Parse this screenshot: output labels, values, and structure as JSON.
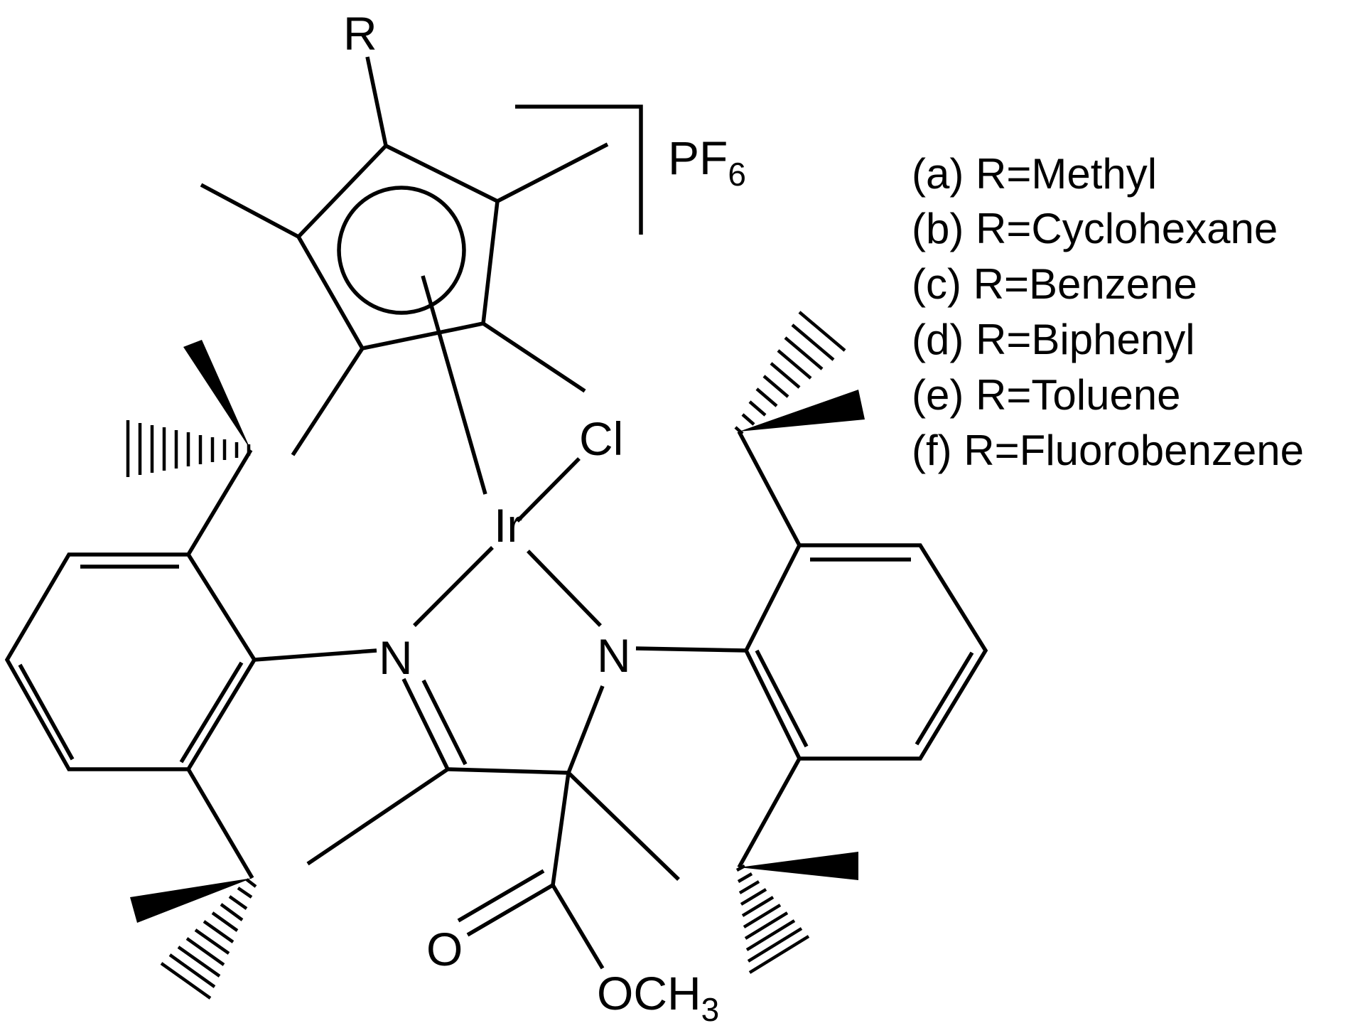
{
  "labels": {
    "r": "R",
    "counterion": "PF",
    "counterion_sub": "6",
    "chloride": "Cl",
    "iridium": "Ir",
    "n_imine": "N",
    "n_amide": "N",
    "carbonyl_o": "O",
    "ester": "OCH",
    "ester_sub": "3"
  },
  "legend": [
    "(a) R=Methyl",
    "(b) R=Cyclohexane",
    "(c) R=Benzene",
    "(d) R=Biphenyl",
    "(e) R=Toluene",
    "(f) R=Fluorobenzene"
  ]
}
